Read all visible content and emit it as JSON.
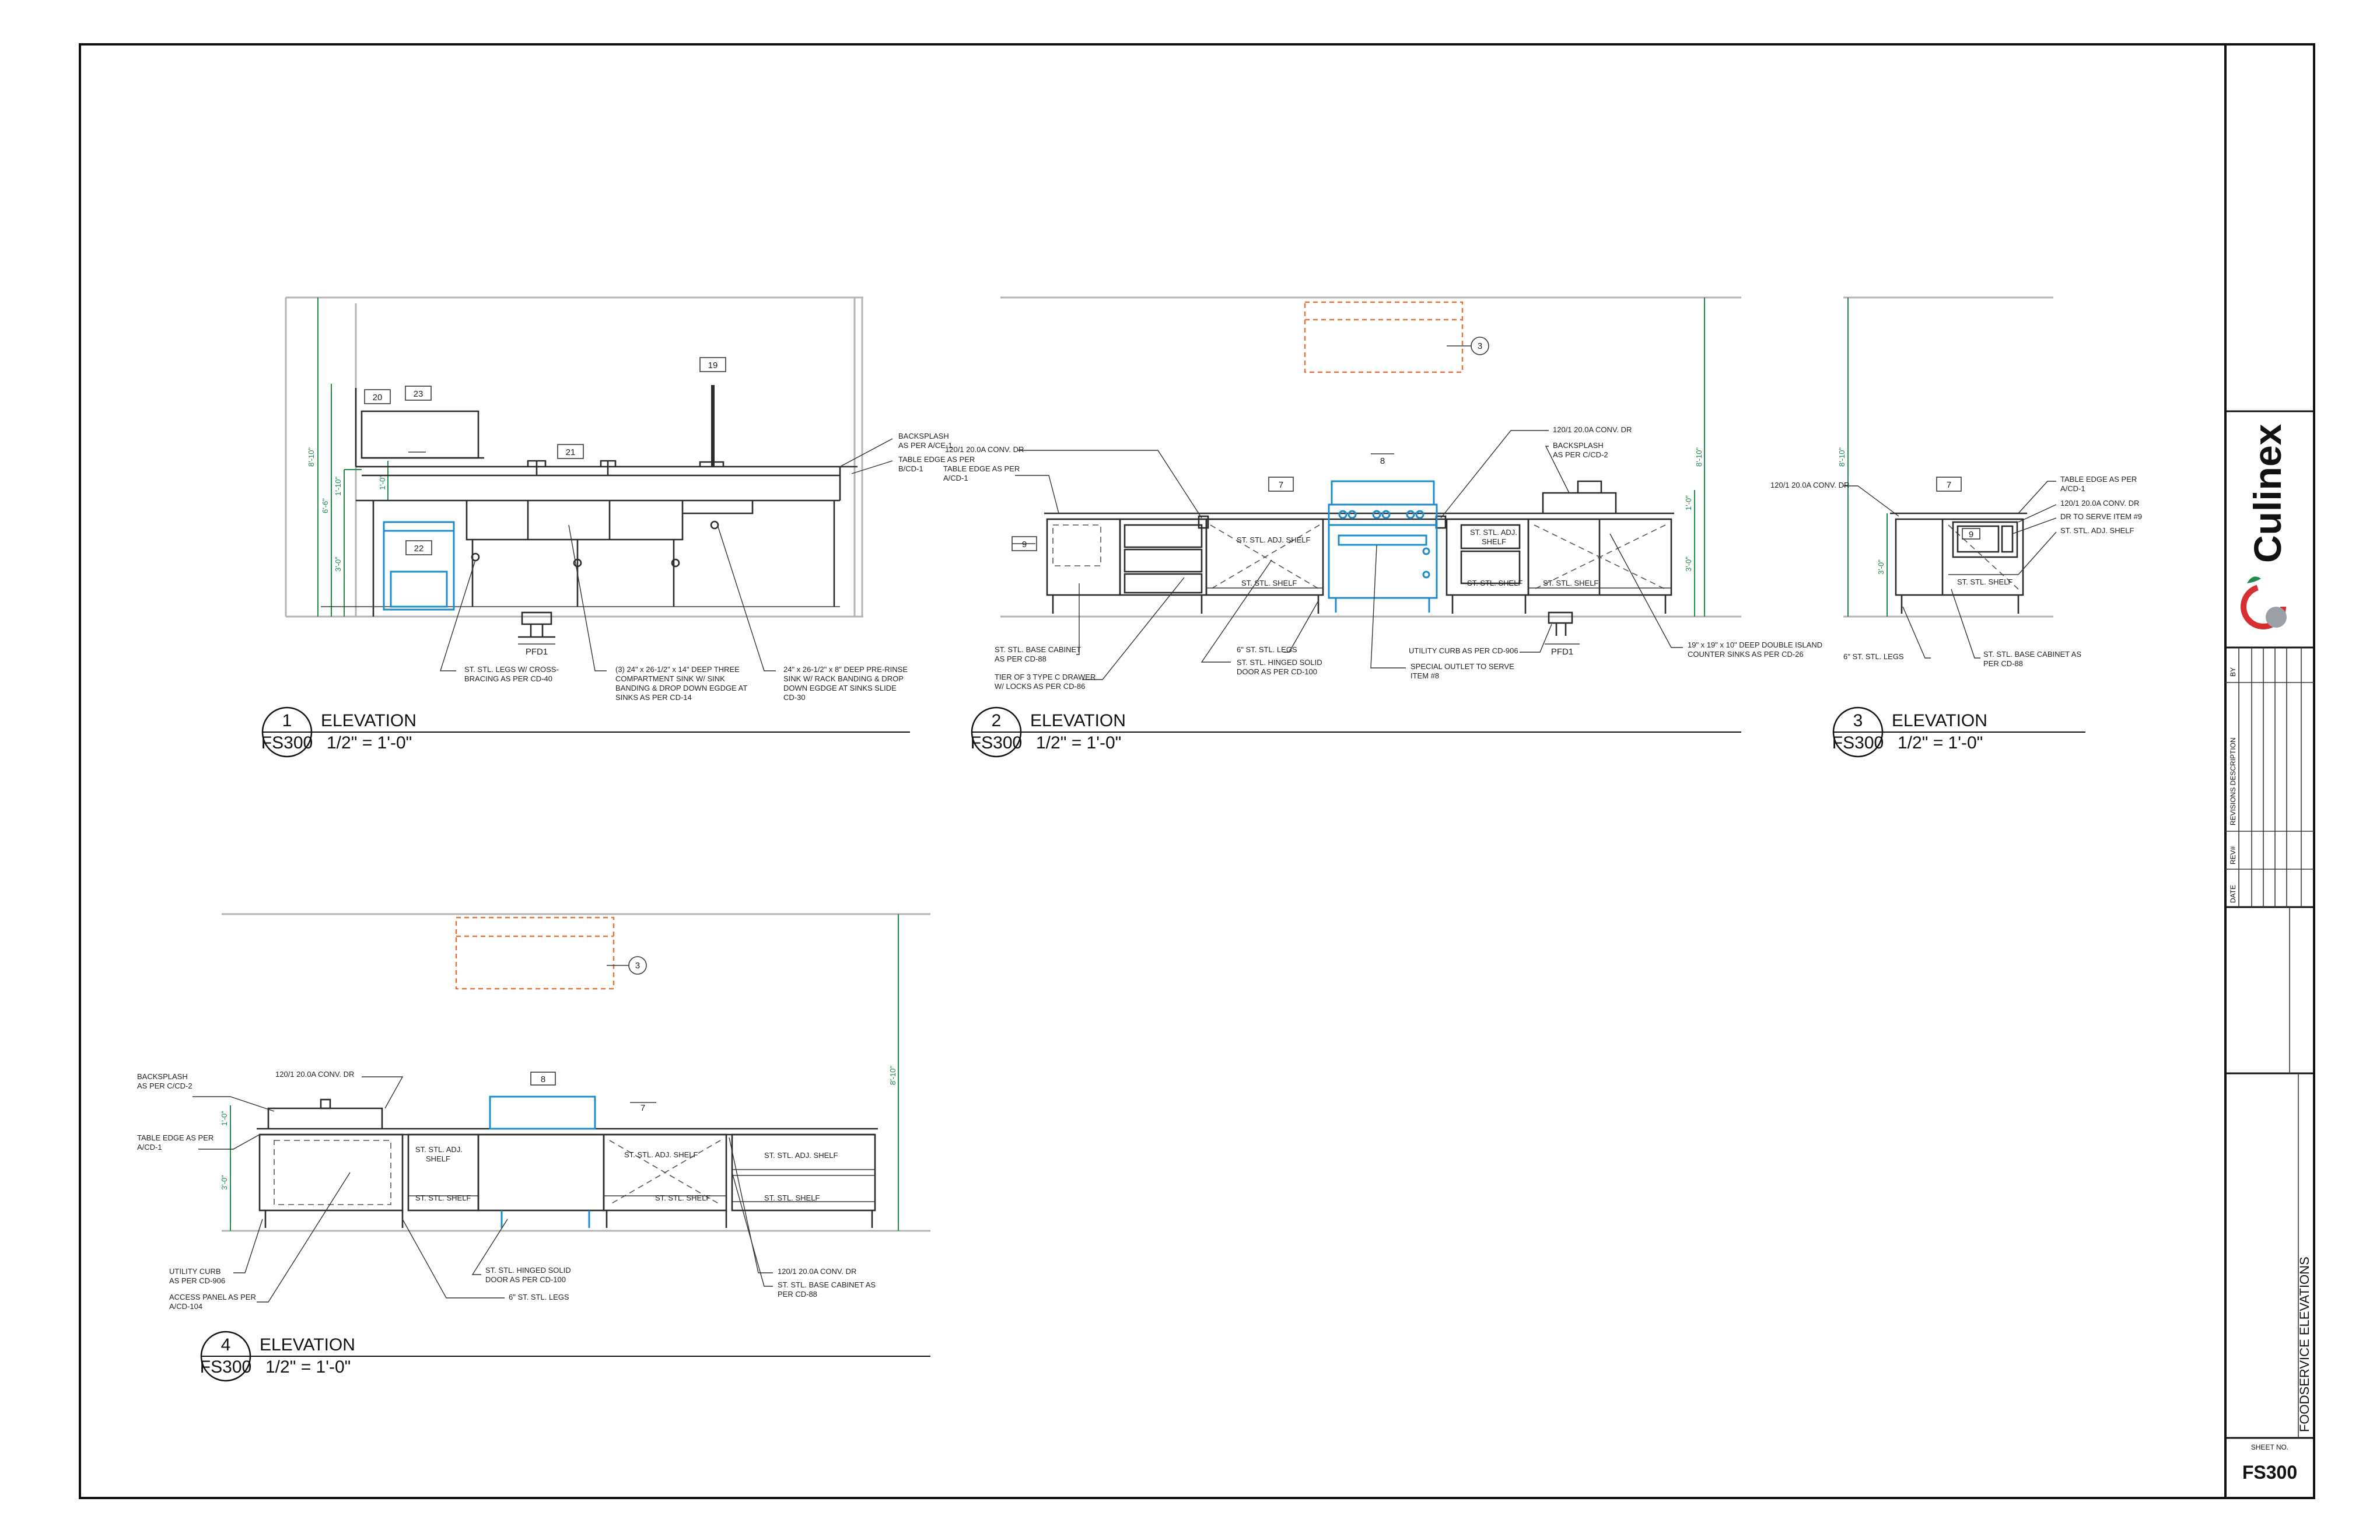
{
  "elevations": {
    "e1": {
      "number": "1",
      "sheet": "FS300",
      "title": "ELEVATION",
      "scale": "1/2\" = 1'-0\"",
      "tags": [
        "20",
        "23",
        "21",
        "19",
        "22"
      ],
      "floor_drain": "PFD1",
      "dims": [
        "8'-10\"",
        "6'-6\"",
        "1'-10\"",
        "1'-0\"",
        "3'-0\""
      ],
      "notes": {
        "backsplash": [
          "BACKSPLASH",
          "AS PER A/CE-1"
        ],
        "table_edge": [
          "TABLE EDGE AS PER",
          "B/CD-1"
        ],
        "legs": [
          "ST. STL. LEGS W/ CROSS-",
          "BRACING AS PER CD-40"
        ],
        "three_comp": [
          "(3) 24\" x 26-1/2\" x 14\" DEEP THREE",
          "COMPARTMENT SINK W/ SINK",
          "BANDING & DROP DOWN EGDGE AT",
          "SINKS AS PER CD-14"
        ],
        "pre_rinse": [
          "24\" x 26-1/2\" x 8\" DEEP PRE-RINSE",
          "SINK W/ RACK BANDING & DROP",
          "DOWN EGDGE AT SINKS SLIDE",
          "CD-30"
        ]
      }
    },
    "e2": {
      "number": "2",
      "sheet": "FS300",
      "title": "ELEVATION",
      "scale": "1/2\" = 1'-0\"",
      "tags": [
        "9",
        "7",
        "8",
        "3"
      ],
      "floor_drain": "PFD1",
      "dims": [
        "8'-10\"",
        "1'-0\"",
        "3'-0\""
      ],
      "notes": {
        "conv_left": "120/1 20.0A CONV. DR",
        "table_edge": [
          "TABLE EDGE AS PER",
          "A/CD-1"
        ],
        "conv_right": "120/1 20.0A CONV. DR",
        "backsplash": [
          "BACKSPLASH",
          "AS PER C/CD-2"
        ],
        "adj_shelf": "ST. STL. ADJ. SHELF",
        "shelf": "ST. STL. SHELF",
        "adj_shelf_r": [
          "ST. STL. ADJ.",
          "SHELF"
        ],
        "shelf_r1": "ST. STL. SHELF",
        "shelf_r2": "ST. STL. SHELF",
        "base_cabinet": [
          "ST. STL. BASE CABINET",
          "AS PER CD-88"
        ],
        "drawer": [
          "TIER OF 3 TYPE C DRAWER",
          "W/ LOCKS AS PER CD-86"
        ],
        "legs6": "6\" ST. STL. LEGS",
        "hinged": [
          "ST. STL. HINGED SOLID",
          "DOOR AS PER CD-100"
        ],
        "utility": "UTILITY CURB AS PER CD-906",
        "special": [
          "SPECIAL OUTLET TO SERVE",
          "ITEM #8"
        ],
        "island": [
          "19\" x 19\" x 10\" DEEP DOUBLE ISLAND",
          "COUNTER SINKS AS PER CD-26"
        ]
      }
    },
    "e3": {
      "number": "3",
      "sheet": "FS300",
      "title": "ELEVATION",
      "scale": "1/2\" = 1'-0\"",
      "tags": [
        "7",
        "9"
      ],
      "dims": [
        "8'-10\"",
        "3'-0\""
      ],
      "notes": {
        "conv": "120/1 20.0A CONV. DR",
        "table_edge": [
          "TABLE EDGE AS PER",
          "A/CD-1"
        ],
        "conv2": "120/1 20.0A CONV. DR",
        "serve": "DR TO SERVE ITEM #9",
        "adj_shelf": "ST. STL. ADJ. SHELF",
        "shelf": "ST. STL. SHELF",
        "legs6": "6\" ST. STL. LEGS",
        "base_cabinet": [
          "ST. STL. BASE CABINET AS",
          "PER CD-88"
        ]
      }
    },
    "e4": {
      "number": "4",
      "sheet": "FS300",
      "title": "ELEVATION",
      "scale": "1/2\" = 1'-0\"",
      "tags": [
        "3",
        "8",
        "7"
      ],
      "dims": [
        "8'-10\"",
        "1'-0\"",
        "3'-0\""
      ],
      "notes": {
        "backsplash": [
          "BACKSPLASH",
          "AS PER C/CD-2"
        ],
        "conv": "120/1 20.0A CONV. DR",
        "table_edge": [
          "TABLE EDGE AS PER",
          "A/CD-1"
        ],
        "adj_shelf_a": [
          "ST. STL. ADJ.",
          "SHELF"
        ],
        "shelf_a": "ST. STL. SHELF",
        "adj_shelf_b": "ST. STL. ADJ. SHELF",
        "shelf_b": "ST. STL. SHELF",
        "adj_shelf_c": "ST. STL. ADJ. SHELF",
        "shelf_c": "ST. STL. SHELF",
        "utility": [
          "UTILITY CURB",
          "AS PER CD-906"
        ],
        "access": [
          "ACCESS PANEL AS PER",
          "A/CD-104"
        ],
        "hinged": [
          "ST. STL. HINGED SOLID",
          "DOOR AS PER CD-100"
        ],
        "legs6": "6\" ST. STL. LEGS",
        "conv2": "120/1 20.0A CONV. DR",
        "base_cabinet": [
          "ST. STL. BASE CABINET AS",
          "PER CD-88"
        ]
      }
    }
  },
  "title_block": {
    "brand": "Culinex",
    "rev_headers": {
      "by": "BY",
      "desc": "REVISIONS DESCRIPTION",
      "rev": "REV#",
      "date": "DATE"
    },
    "drawing_title": "FOODSERVICE ELEVATIONS",
    "sheet_no_label": "SHEET NO.",
    "sheet_no": "FS300"
  },
  "colors": {
    "dimension": "#1f8a4c",
    "equipment_blue": "#1e8cc8",
    "hood_orange": "#e3743a",
    "brand_red": "#d62f2f",
    "brand_green": "#1f8a4c"
  }
}
